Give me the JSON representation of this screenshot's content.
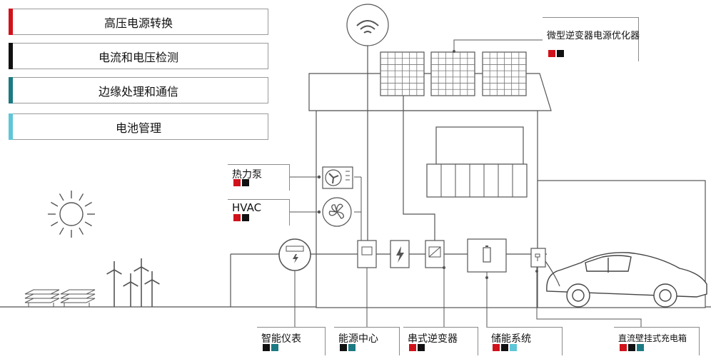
{
  "colors": {
    "red": "#d0121b",
    "black": "#111111",
    "teal": "#1c7a82",
    "cyan": "#5fc6d8",
    "line": "#555555"
  },
  "legend": [
    {
      "label": "高压电源转换",
      "color": "red"
    },
    {
      "label": "电流和电压检测",
      "color": "black"
    },
    {
      "label": "边缘处理和通信",
      "color": "teal"
    },
    {
      "label": "电池管理",
      "color": "cyan"
    }
  ],
  "callouts": {
    "micro_inverter": {
      "label": "微型逆变器电源优化器",
      "chips": [
        "red",
        "black"
      ]
    },
    "heat_pump": {
      "label": "热力泵",
      "chips": [
        "red",
        "black"
      ]
    },
    "hvac": {
      "label": "HVAC",
      "chips": [
        "red",
        "black"
      ]
    },
    "smart_meter": {
      "label": "智能仪表",
      "chips": [
        "black",
        "teal"
      ]
    },
    "energy_hub": {
      "label": "能源中心",
      "chips": [
        "black",
        "teal"
      ]
    },
    "string_inverter": {
      "label": "串式逆变器",
      "chips": [
        "red",
        "black"
      ]
    },
    "ess": {
      "label": "储能系统",
      "chips": [
        "red",
        "black",
        "cyan"
      ]
    },
    "dc_wallbox": {
      "label": "直流壁挂式充电箱",
      "chips": [
        "red",
        "black",
        "teal"
      ]
    }
  }
}
